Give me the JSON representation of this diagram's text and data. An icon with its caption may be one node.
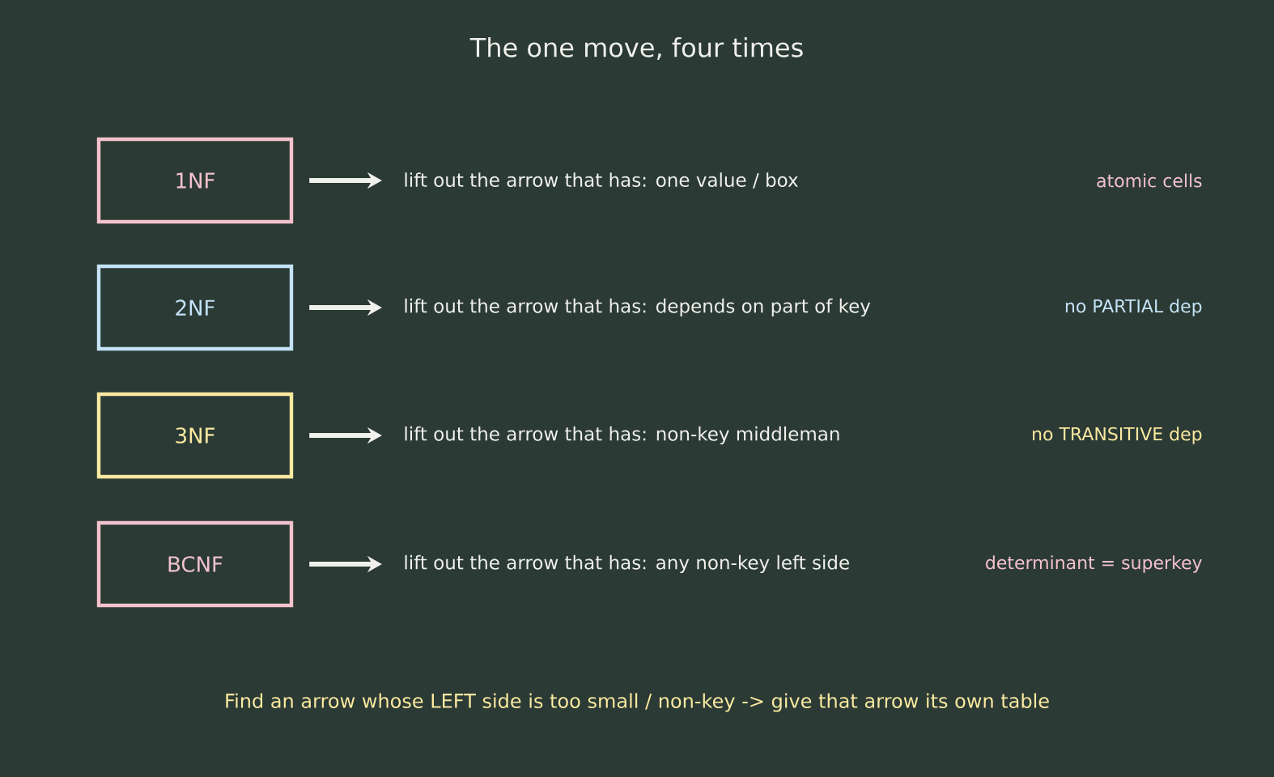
{
  "diagram": {
    "title": "The one move, four times",
    "nodes": [
      {
        "text": [
          "1NF"
        ]
      },
      {
        "text": [
          "lift out the arrow that has: one value / box"
        ]
      },
      {
        "text": [
          "2NF"
        ]
      },
      {
        "text": [
          "lift out the arrow that has: depends on part of key"
        ]
      },
      {
        "text": [
          "3NF"
        ]
      },
      {
        "text": [
          "lift out the arrow that has: non-key middleman"
        ]
      },
      {
        "text": [
          "BCNF"
        ]
      },
      {
        "text": [
          "lift out the arrow that has: any non-key left side"
        ]
      }
    ],
    "edges": [
      {
        "from": 0,
        "to": 1,
        "arrow": "to"
      },
      {
        "from": 2,
        "to": 3,
        "arrow": "to"
      },
      {
        "from": 4,
        "to": 5,
        "arrow": "to"
      },
      {
        "from": 6,
        "to": 7,
        "arrow": "to"
      }
    ],
    "labels": [
      "atomic cells",
      "no PARTIAL dep",
      "no TRANSITIVE dep",
      "determinant = superkey"
    ],
    "caption": "Find an arrow whose LEFT side is too small / non-key -> give that arrow its own table"
  }
}
